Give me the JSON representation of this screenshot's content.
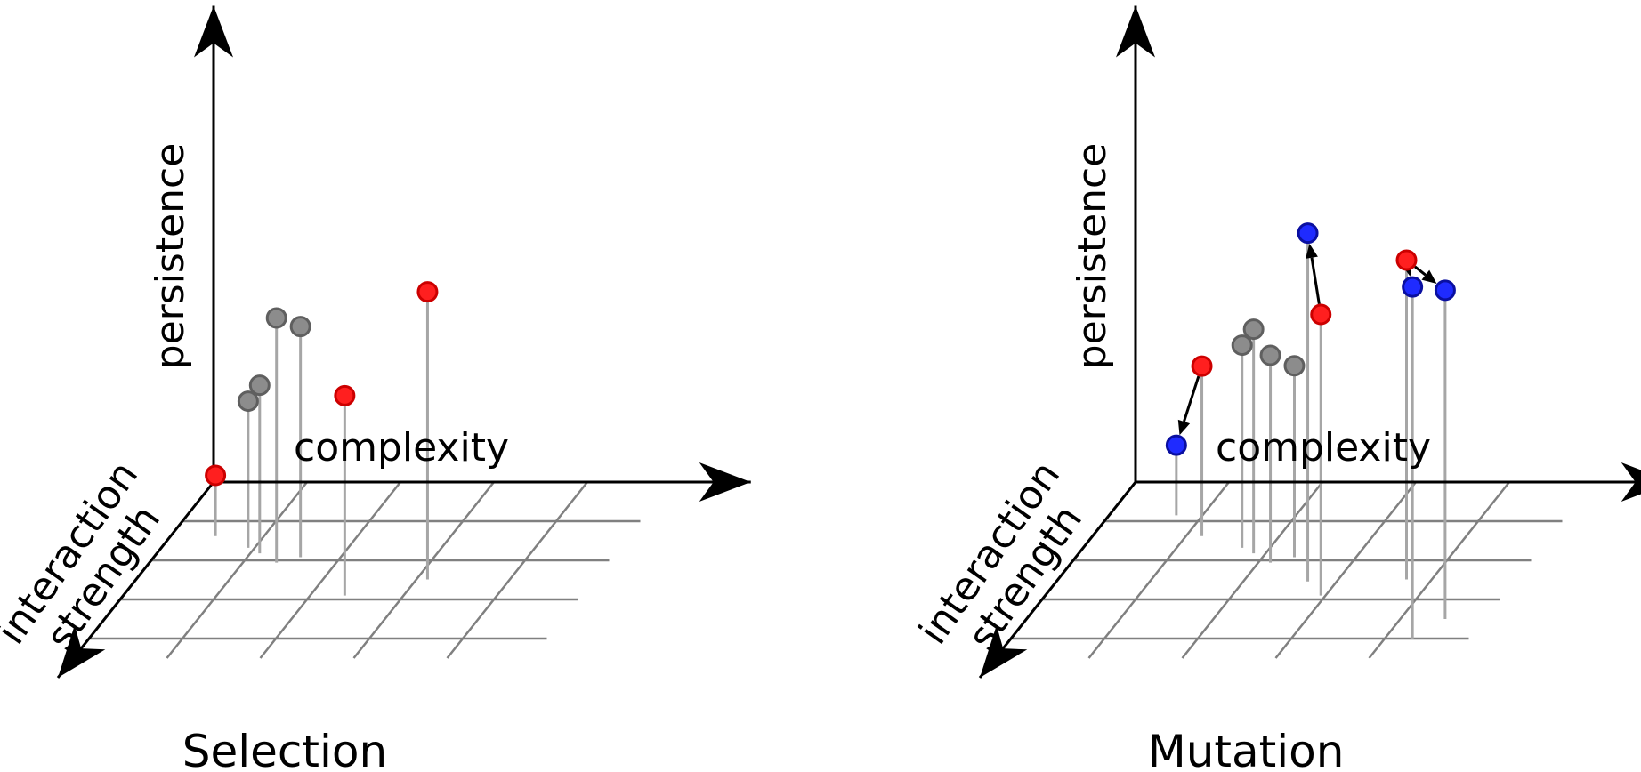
{
  "colors": {
    "axis": "#000000",
    "grid": "#808080",
    "stem": "#a6a6a6",
    "selected": "#ff1f1f",
    "selected_edge": "#cc0000",
    "neutral": "#8c8c8c",
    "neutral_edge": "#5f5f5f",
    "mutant": "#1f2bff",
    "mutant_edge": "#0a0fa0"
  },
  "panels": [
    {
      "title": "Selection",
      "axes": {
        "x": "complexity",
        "y": "persistence",
        "z_line1": "interaction",
        "z_line2": "strength"
      },
      "points": [
        {
          "kind": "selected",
          "x": 0.48,
          "y": 0.65,
          "z": 1.38
        },
        {
          "kind": "neutral",
          "x": 0.93,
          "y": 1.57,
          "z": 1.68
        },
        {
          "kind": "neutral",
          "x": 1.1,
          "y": 1.8,
          "z": 1.82
        },
        {
          "kind": "neutral",
          "x": 1.36,
          "y": 2.62,
          "z": 2.06
        },
        {
          "kind": "neutral",
          "x": 1.57,
          "y": 2.47,
          "z": 1.92
        },
        {
          "kind": "selected",
          "x": 2.37,
          "y": 2.14,
          "z": 2.9
        },
        {
          "kind": "selected",
          "x": 3.12,
          "y": 3.08,
          "z": 2.49
        }
      ],
      "arrows": []
    },
    {
      "title": "Mutation",
      "axes": {
        "x": "complexity",
        "y": "persistence",
        "z_line1": "interaction",
        "z_line2": "strength"
      },
      "points": [
        {
          "kind": "mutant",
          "x": 0.72,
          "y": 0.75,
          "z": 0.85
        },
        {
          "kind": "selected",
          "x": 1.17,
          "y": 1.82,
          "z": 1.38
        },
        {
          "kind": "neutral",
          "x": 1.7,
          "y": 2.17,
          "z": 1.68
        },
        {
          "kind": "neutral",
          "x": 1.87,
          "y": 2.4,
          "z": 1.82
        },
        {
          "kind": "neutral",
          "x": 2.13,
          "y": 2.22,
          "z": 2.06
        },
        {
          "kind": "neutral",
          "x": 2.34,
          "y": 2.05,
          "z": 1.92
        },
        {
          "kind": "mutant",
          "x": 2.69,
          "y": 3.73,
          "z": 2.54
        },
        {
          "kind": "selected",
          "x": 2.95,
          "y": 3.01,
          "z": 2.9
        },
        {
          "kind": "selected",
          "x": 3.73,
          "y": 3.42,
          "z": 2.49
        },
        {
          "kind": "mutant",
          "x": 4.3,
          "y": 3.77,
          "z": 4.01
        },
        {
          "kind": "mutant",
          "x": 4.48,
          "y": 3.52,
          "z": 3.5
        }
      ],
      "arrows": [
        {
          "from": 1,
          "to": 0
        },
        {
          "from": 7,
          "to": 6
        },
        {
          "from": 8,
          "to": 9
        },
        {
          "from": 8,
          "to": 10
        }
      ]
    }
  ]
}
